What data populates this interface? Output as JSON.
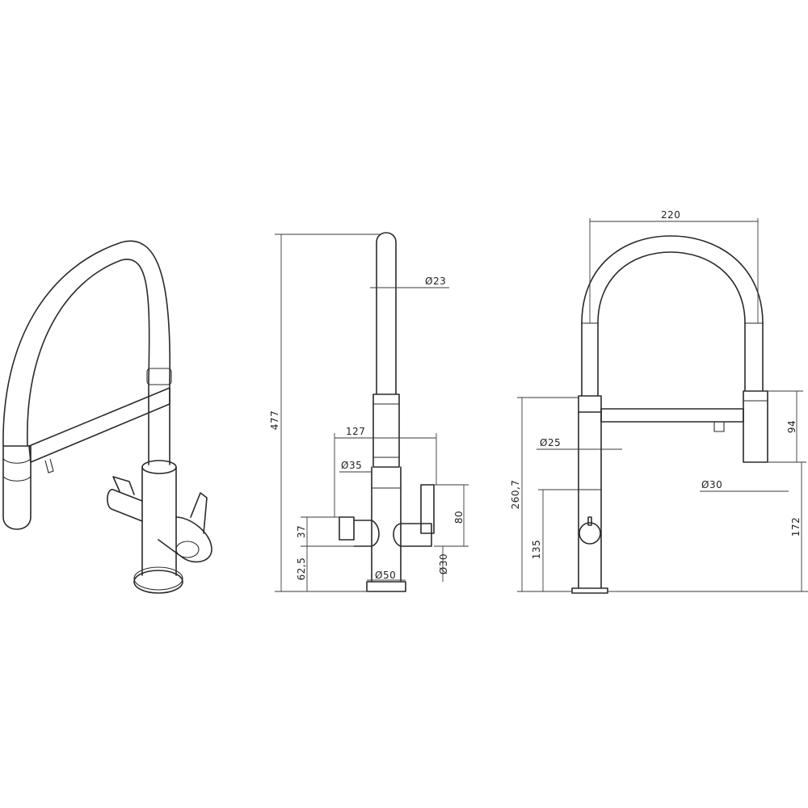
{
  "dimensions": {
    "height_total": "477",
    "spout_diameter": "Ø23",
    "handle_span": "127",
    "handle_diameter": "Ø35",
    "handle_height": "80",
    "handle_offset": "37",
    "handle_base_height": "62,5",
    "lever_diameter": "Ø30",
    "base_diameter": "Ø50",
    "reach_width": "220",
    "hose_diameter": "Ø25",
    "spray_length": "94",
    "spray_diameter": "Ø30",
    "side_height": "260,7",
    "spout_clearance": "172",
    "body_height": "135"
  }
}
